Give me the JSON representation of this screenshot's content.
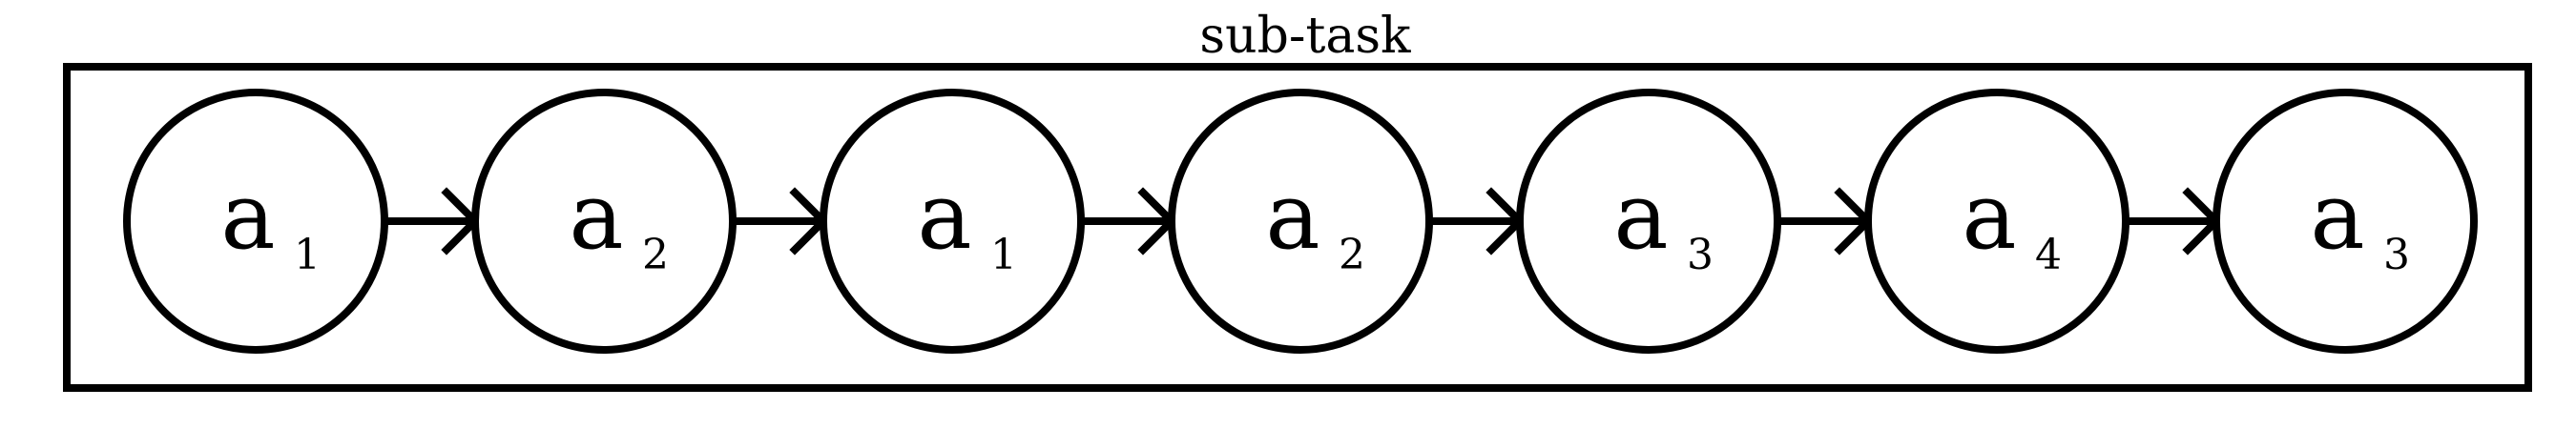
{
  "diagram": {
    "title": "sub-task",
    "nodes": [
      {
        "main": "a",
        "sub": "1"
      },
      {
        "main": "a",
        "sub": "2"
      },
      {
        "main": "a",
        "sub": "1"
      },
      {
        "main": "a",
        "sub": "2"
      },
      {
        "main": "a",
        "sub": "3"
      },
      {
        "main": "a",
        "sub": "4"
      },
      {
        "main": "a",
        "sub": "3"
      }
    ],
    "edges": [
      {
        "from": 0,
        "to": 1
      },
      {
        "from": 1,
        "to": 2
      },
      {
        "from": 2,
        "to": 3
      },
      {
        "from": 3,
        "to": 4
      },
      {
        "from": 4,
        "to": 5
      },
      {
        "from": 5,
        "to": 6
      }
    ],
    "colors": {
      "stroke": "#000000",
      "background": "#ffffff"
    }
  }
}
